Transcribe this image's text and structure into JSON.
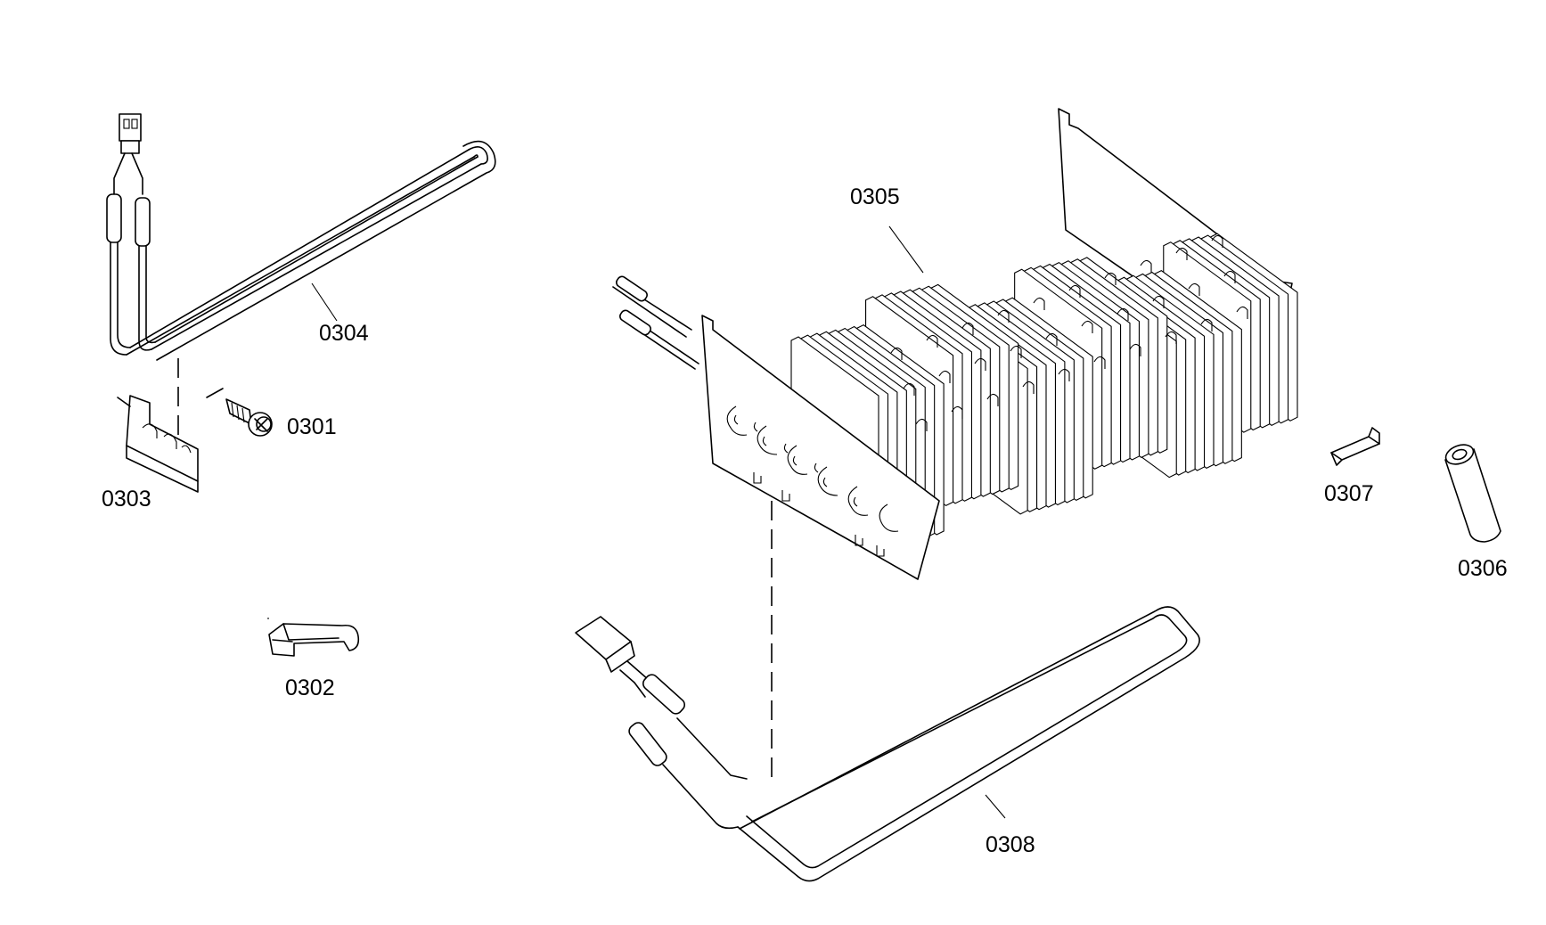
{
  "diagram": {
    "parts": [
      {
        "id": "0301",
        "label": "0301"
      },
      {
        "id": "0302",
        "label": "0302"
      },
      {
        "id": "0303",
        "label": "0303"
      },
      {
        "id": "0304",
        "label": "0304"
      },
      {
        "id": "0305",
        "label": "0305"
      },
      {
        "id": "0306",
        "label": "0306"
      },
      {
        "id": "0307",
        "label": "0307"
      },
      {
        "id": "0308",
        "label": "0308"
      }
    ]
  }
}
